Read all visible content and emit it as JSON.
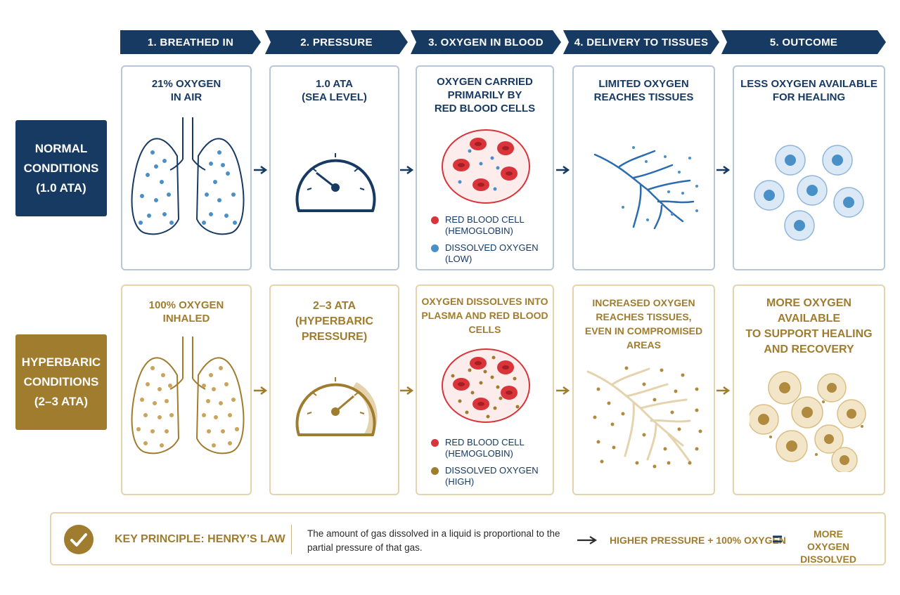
{
  "steps": [
    "1. BREATHED IN",
    "2. PRESSURE",
    "3. OXYGEN IN BLOOD",
    "4. DELIVERY TO TISSUES",
    "5. OUTCOME"
  ],
  "rows": {
    "normal": {
      "label": "NORMAL\nCONDITIONS\n(1.0 ATA)",
      "color": "#173a63",
      "breathed": "21% OXYGEN\nIN AIR",
      "pressure": "1.0 ATA\n(SEA LEVEL)",
      "blood": "OXYGEN CARRIED\nPRIMARILY BY\nRED BLOOD CELLS",
      "legend_rbc": "RED BLOOD CELL\n(HEMOGLOBIN)",
      "legend_dissolved": "DISSOLVED OXYGEN\n(LOW)",
      "delivery": "LIMITED OXYGEN\nREACHES TISSUES",
      "outcome": "LESS OXYGEN AVAILABLE\nFOR HEALING"
    },
    "hyperbaric": {
      "label": "HYPERBARIC\nCONDITIONS\n(2–3 ATA)",
      "color": "#a07c2e",
      "breathed": "100% OXYGEN\nINHALED",
      "pressure": "2–3 ATA\n(HYPERBARIC\nPRESSURE)",
      "blood": "OXYGEN DISSOLVES INTO\nPLASMA AND RED BLOOD\nCELLS",
      "legend_rbc": "RED BLOOD CELL\n(HEMOGLOBIN)",
      "legend_dissolved": "DISSOLVED OXYGEN\n(HIGH)",
      "delivery": "INCREASED OXYGEN\nREACHES TISSUES,\nEVEN IN COMPROMISED\nAREAS",
      "outcome": "MORE OXYGEN AVAILABLE\nTO SUPPORT HEALING\nAND RECOVERY"
    }
  },
  "footer": {
    "title": "KEY PRINCIPLE: HENRY’S LAW",
    "description": "The amount of gas dissolved in a liquid is proportional to the\npartial pressure of that gas.",
    "equation_left": "HIGHER PRESSURE + 100% OXYGEN",
    "equals": "=",
    "equation_right": "MORE OXYGEN\nDISSOLVED"
  },
  "colors": {
    "navy": "#173a63",
    "gold": "#a07c2e",
    "dot_blue": "#4a90c8",
    "rbc_red": "#d8343a"
  }
}
